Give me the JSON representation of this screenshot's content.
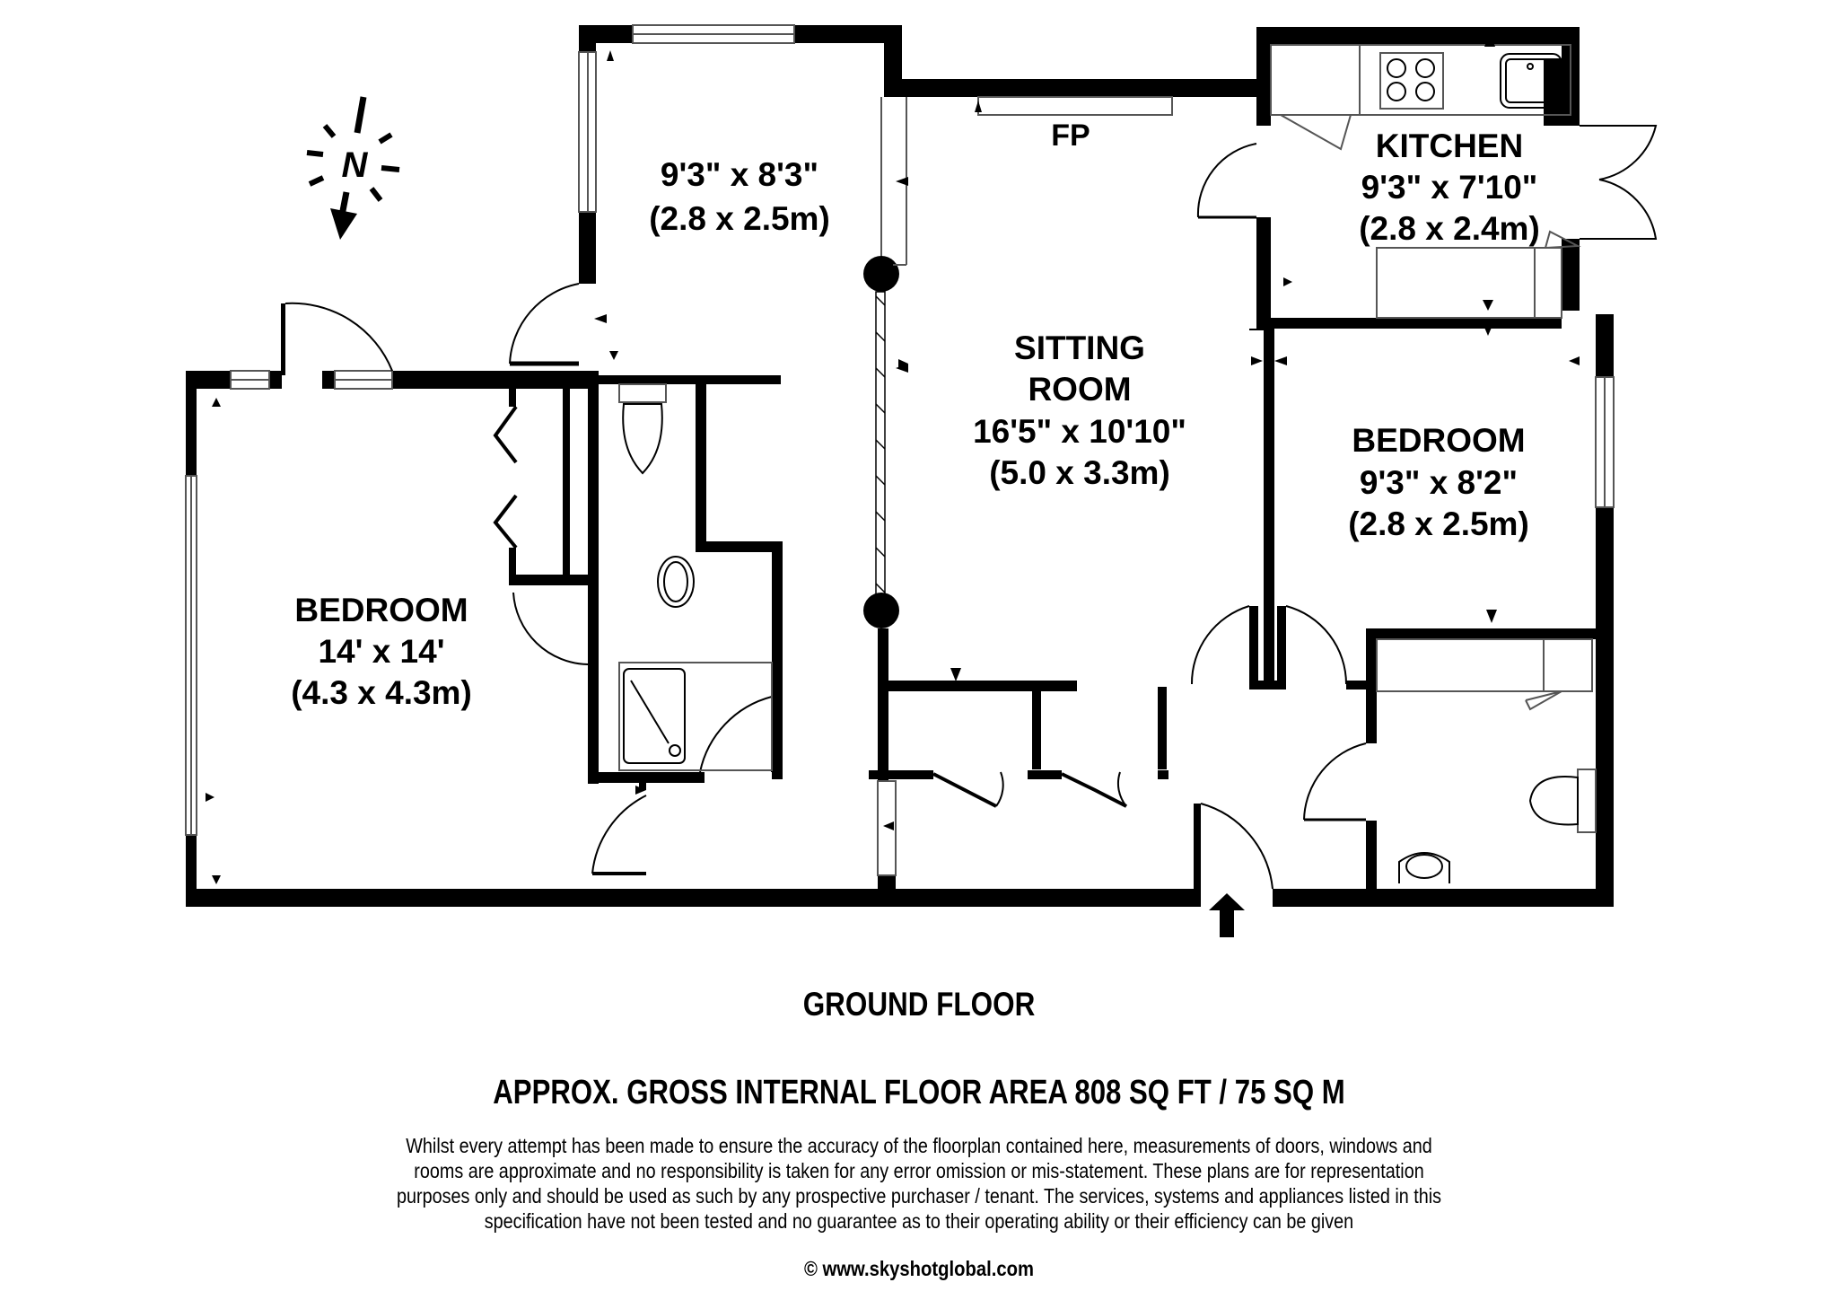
{
  "plan": {
    "floor_name": "GROUND FLOOR",
    "area_summary": "APPROX. GROSS INTERNAL FLOOR AREA 808 SQ FT / 75 SQ M",
    "compass": {
      "letter": "N",
      "icon": "north-compass-icon",
      "direction": "north points down-left"
    },
    "entrance_icon": "entrance-arrow-icon",
    "fireplace_label": "FP",
    "rooms": [
      {
        "id": "conservatory",
        "name": "",
        "dim_imperial": "9'3\" x 8'3\"",
        "dim_metric": "(2.8 x 2.5m)"
      },
      {
        "id": "kitchen",
        "name": "KITCHEN",
        "dim_imperial": "9'3\" x 7'10\"",
        "dim_metric": "(2.8 x 2.4m)"
      },
      {
        "id": "sitting-room",
        "name_line1": "SITTING",
        "name_line2": "ROOM",
        "dim_imperial": "16'5\" x 10'10\"",
        "dim_metric": "(5.0 x 3.3m)"
      },
      {
        "id": "bedroom-2",
        "name": "BEDROOM",
        "dim_imperial": "9'3\" x 8'2\"",
        "dim_metric": "(2.8 x 2.5m)"
      },
      {
        "id": "bedroom-1",
        "name": "BEDROOM",
        "dim_imperial": "14' x 14'",
        "dim_metric": "(4.3 x 4.3m)"
      }
    ],
    "fixtures": [
      "hob-icon",
      "sink-icon",
      "toilet-icon",
      "basin-icon",
      "shower-tray-icon",
      "radiator-icon"
    ]
  },
  "footer": {
    "disclaimer_lines": [
      "Whilst every attempt has been made to ensure the accuracy of the floorplan contained here, measurements of doors, windows and",
      "rooms are approximate and no responsibility is taken for any error omission or mis-statement. These plans are for representation",
      "purposes only and should  be used as such by any prospective purchaser / tenant. The services, systems and appliances listed in this",
      "specification have not been tested and no guarantee as to their operating ability or their efficiency can be given"
    ],
    "copyright": "© www.skyshotglobal.com"
  }
}
